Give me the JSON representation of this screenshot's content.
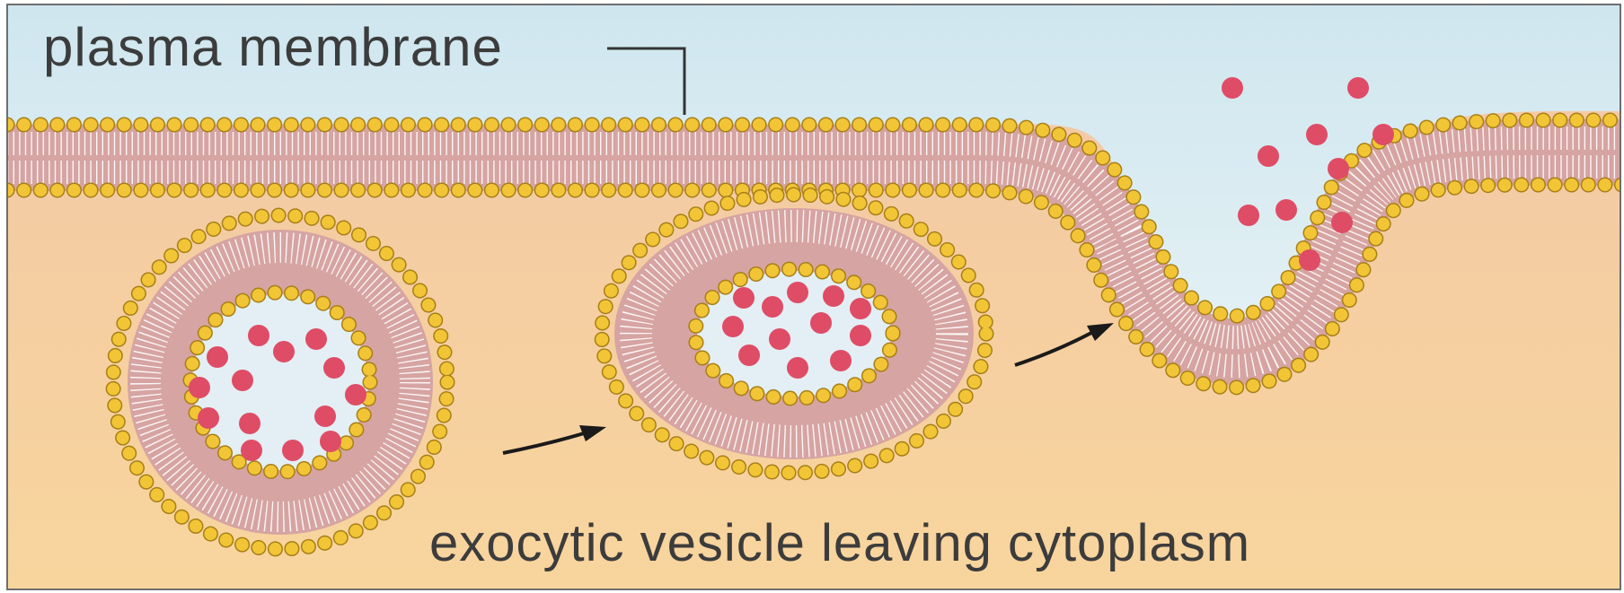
{
  "labels": {
    "membrane": "plasma membrane",
    "caption": "exocytic vesicle leaving cytoplasm"
  },
  "colors": {
    "extracellular": "#d8ebf1",
    "cytoplasm": "#f6cf9f",
    "lipid_head": "#f2c536",
    "lipid_head_outline": "#a77f16",
    "bilayer": "#d6a4a2",
    "lipid_tail": "#ffffff",
    "vesicle_lumen": "#e3eff4",
    "cargo": "#df4c66",
    "arrow": "#1a1a1a",
    "frame": "#6e6e6e"
  },
  "icons": [
    "membrane-leader-line",
    "arrow-icon",
    "arrow-icon"
  ]
}
